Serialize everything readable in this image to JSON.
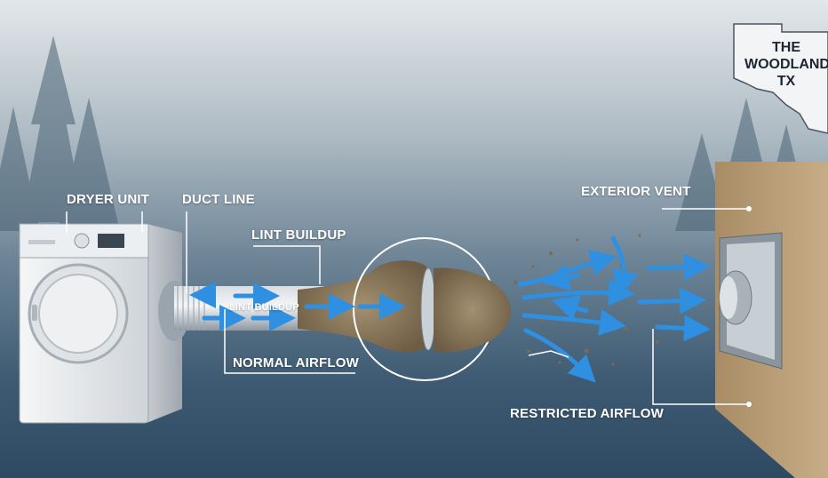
{
  "badge": {
    "line1": "THE",
    "line2": "WOODLANDS",
    "line3": "TX"
  },
  "labels": {
    "dryer_unit": "DRYER UNIT",
    "duct_line": "DUCT LINE",
    "lint_buildup": "LINT BUILDUP",
    "duct_text": "LINT BUILDUP",
    "normal_airflow": "NORMAL AIRFLOW",
    "exterior_vent": "EXTERIOR VENT",
    "restricted_airflow": "RESTRICTED AIRFLOW"
  },
  "colors": {
    "airflow_arrow": "#2f8fe0",
    "label_text": "#ffffff",
    "lint": "#8d7a5e",
    "wall": "#b99e78"
  },
  "icons": [
    "dryer-icon",
    "duct-icon",
    "magnifier-circle-icon",
    "vent-icon",
    "texas-map-icon",
    "pine-tree-icon"
  ]
}
